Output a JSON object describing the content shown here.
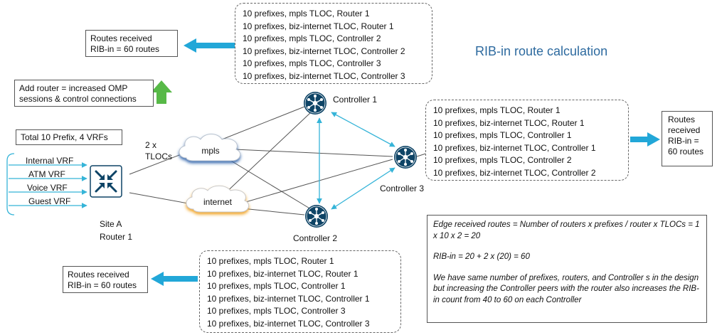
{
  "title": "RIB-in route calculation",
  "boxes": {
    "routes_top": [
      "Routes received",
      "RIB-in = 60 routes"
    ],
    "routes_bottom": [
      "Routes received",
      "RIB-in = 60 routes"
    ],
    "routes_right": [
      "Routes",
      "received",
      "RIB-in =",
      "60 routes"
    ],
    "add_router": [
      "Add router = increased OMP",
      "sessions & control connections"
    ],
    "total": "Total 10 Prefix, 4 VRFs"
  },
  "lists": {
    "top": [
      "10 prefixes, mpls TLOC, Router  1",
      "10 prefixes, biz-internet TLOC,  Router 1",
      "10 prefixes, mpls TLOC, Controller 2",
      "10 prefixes, biz-internet TLOC,  Controller 2",
      "10 prefixes, mpls TLOC, Controller 3",
      "10 prefixes, biz-internet TLOC, Controller 3"
    ],
    "right": [
      "10 prefixes, mpls TLOC, Router  1",
      "10 prefixes, biz-internet TLOC,  Router 1",
      "10 prefixes, mpls TLOC, Controller 1",
      "10 prefixes, biz-internet TLOC,  Controller 1",
      "10 prefixes, mpls TLOC, Controller 2",
      "10 prefixes, biz-internet TLOC, Controller 2"
    ],
    "bottom": [
      "10 prefixes, mpls TLOC, Router  1",
      "10 prefixes, biz-internet TLOC,  Router  1",
      "10 prefixes, mpls TLOC, Controller 1",
      "10 prefixes, biz-internet TLOC,  Controller 1",
      "10 prefixes, mpls TLOC, Controller 3",
      "10 prefixes, biz-internet TLOC,  Controller  3"
    ]
  },
  "nodes": {
    "controller1": "Controller 1",
    "controller2": "Controller 2",
    "controller3": "Controller 3",
    "site": [
      "Site A",
      "Router  1"
    ],
    "tlocs": [
      "2 x",
      "TLOCs"
    ],
    "mpls": "mpls",
    "internet": "internet"
  },
  "vrfs": [
    "Internal VRF",
    "ATM VRF",
    "Voice VRF",
    "Guest VRF"
  ],
  "formula": [
    "Edge received  routes = Number of routers  x  prefixes / router  x  TLOCs = 1 x 10 x 2 = 20",
    "RIB-in = 20 + 2 x (20) = 60",
    "We have same number of prefixes, routers, and Controller s in the design but increasing the Controller  peers with the router also increases the RIB-in count from 40 to 60 on each Controller"
  ],
  "colors": {
    "accent_arrow": "#22a7d8",
    "control_link": "#35b4d8",
    "green_arrow": "#57b947",
    "title": "#2d6a9f",
    "node": "#0e4466"
  }
}
